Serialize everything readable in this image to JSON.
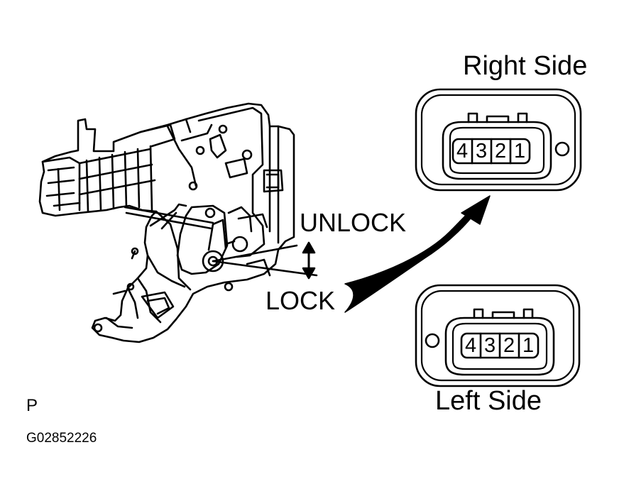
{
  "labels": {
    "right_side": "Right Side",
    "left_side": "Left Side",
    "unlock": "UNLOCK",
    "lock": "LOCK",
    "view_letter": "P",
    "figure_code": "G02852226"
  },
  "connectors": {
    "right": {
      "pins": [
        "4",
        "3",
        "2",
        "1"
      ]
    },
    "left": {
      "pins": [
        "4",
        "3",
        "2",
        "1"
      ]
    }
  }
}
